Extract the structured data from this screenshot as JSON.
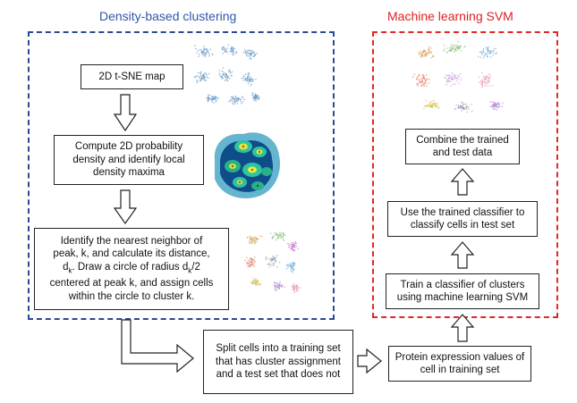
{
  "titles": {
    "left": "Density-based clustering",
    "right": "Machine learning SVM"
  },
  "colors": {
    "left_title": "#2f57a8",
    "left_frame": "#2b4a93",
    "right_title": "#e02020",
    "right_frame": "#e02828",
    "box_border": "#222222",
    "arrow": "#222222"
  },
  "boxes": {
    "tsne_map": "2D t-SNE map",
    "density": "Compute 2D probability density and identify local density maxima",
    "nearest_neighbor": {
      "line1": "Identify the nearest neighbor of",
      "line2": "peak, k, and calculate its distance,",
      "line3_pre": "d",
      "line3_sub": "k",
      "line3_mid": ". Draw a circle of radius d",
      "line3_sub2": "k",
      "line3_post": "/2",
      "line4": "centered at peak k, and assign cells",
      "line5": "within the circle to cluster k."
    },
    "split": "Split cells into a training set that has cluster assignment and a test set that does not",
    "protein": "Protein expression values of cell in training set",
    "train": "Train a classifier of clusters using machine learning SVM",
    "use_classifier": "Use the trained classifier to classify cells in test set",
    "combine": "Combine the trained and test data"
  },
  "images": [
    "t-SNE scatter map",
    "probability density heatmap",
    "clustered t-SNE map",
    "SVM classified t-SNE map"
  ]
}
